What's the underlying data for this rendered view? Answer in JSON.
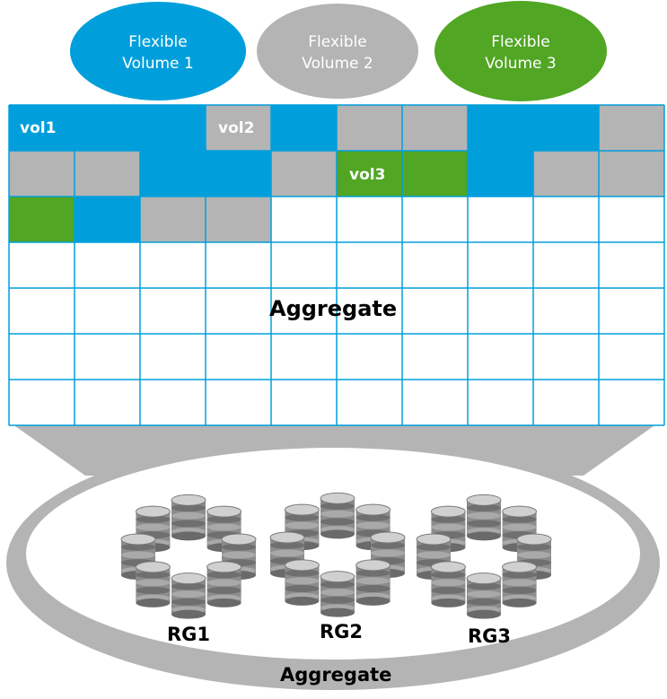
{
  "volumes": [
    {
      "line1": "Flexible",
      "line2": "Volume 1",
      "color": "#009fdb"
    },
    {
      "line1": "Flexible",
      "line2": "Volume 2",
      "color": "#b4b4b4"
    },
    {
      "line1": "Flexible",
      "line2": "Volume 3",
      "color": "#51a624"
    }
  ],
  "grid": {
    "labels": {
      "vol1": "vol1",
      "vol2": "vol2",
      "vol3": "vol3"
    },
    "title": "Aggregate",
    "rows": [
      [
        "blue",
        "blue",
        "blue",
        "gray",
        "blue",
        "gray",
        "gray",
        "blue",
        "blue",
        "gray"
      ],
      [
        "gray",
        "gray",
        "blue",
        "blue",
        "gray",
        "green",
        "green",
        "blue",
        "gray",
        "gray"
      ],
      [
        "green",
        "blue",
        "gray",
        "gray",
        "white",
        "white",
        "white",
        "white",
        "white",
        "white"
      ],
      [
        "white",
        "white",
        "white",
        "white",
        "white",
        "white",
        "white",
        "white",
        "white",
        "white"
      ],
      [
        "white",
        "white",
        "white",
        "white",
        "white",
        "white",
        "white",
        "white",
        "white",
        "white"
      ],
      [
        "white",
        "white",
        "white",
        "white",
        "white",
        "white",
        "white",
        "white",
        "white",
        "white"
      ],
      [
        "white",
        "white",
        "white",
        "white",
        "white",
        "white",
        "white",
        "white",
        "white",
        "white"
      ]
    ]
  },
  "colors": {
    "blue": "#009fdb",
    "gray": "#b4b4b4",
    "green": "#51a624",
    "white": "#ffffff",
    "line": "#009fdb"
  },
  "raid_groups": [
    "RG1",
    "RG2",
    "RG3"
  ],
  "aggregate_label": "Aggregate"
}
